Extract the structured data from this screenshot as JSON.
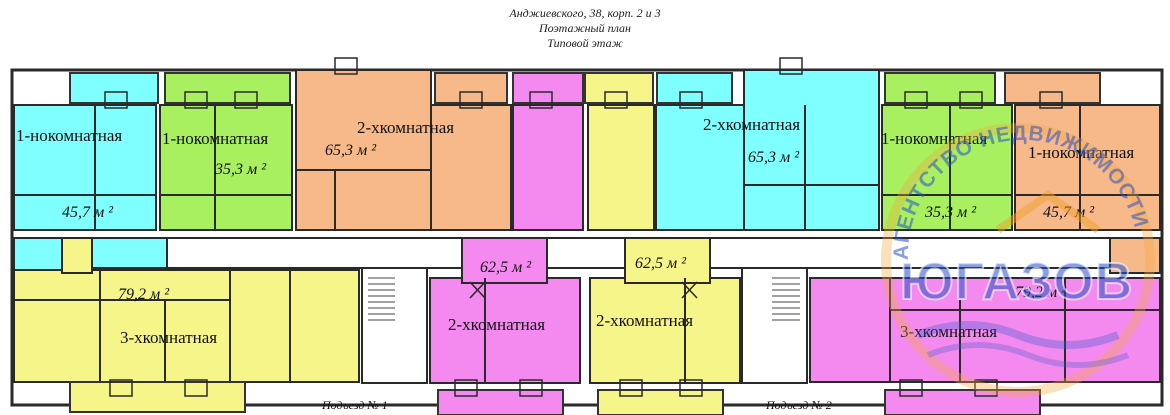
{
  "header": {
    "address": "Анджиевского, 38, корп. 2 и 3",
    "plan_type": "Поэтажный план",
    "floor": "Типовой этаж"
  },
  "colors": {
    "one_room_cyan": "#7fffff",
    "one_room_green": "#a8f060",
    "two_room_orange": "#f7b98a",
    "two_room_magenta": "#f48af0",
    "three_room_yellow": "#f5f58a",
    "corridor": "#ffffff",
    "walls": "#2a2a2a"
  },
  "apartments": [
    {
      "label": "1-нокомнатная",
      "area": "45,7 м ²"
    },
    {
      "label": "1-нокомнатная",
      "area": "35,3 м ²"
    },
    {
      "label": "2-хкомнатная",
      "area": "65,3 м ²"
    },
    {
      "label": "2-хкомнатная",
      "area": "65,3 м ²"
    },
    {
      "label": "1-нокомнатная",
      "area": "35,3 м ²"
    },
    {
      "label": "1-нокомнатная",
      "area": "45,7 м ²"
    },
    {
      "label": "3-хкомнатная",
      "area": "79,2 м ²"
    },
    {
      "label": "2-хкомнатная",
      "area": "62,5 м ²"
    },
    {
      "label": "2-хкомнатная",
      "area": "62,5 м ²"
    },
    {
      "label": "3-хкомнатная",
      "area": "79,2 м ²"
    }
  ],
  "entrances": [
    "Подъезд № 1",
    "Подъезд № 2"
  ],
  "watermark": {
    "arc_text": "АГЕНТСТВО НЕДВИЖИМОСТИ",
    "brand": "ЮГАЗОВ",
    "icon": "house-wave-logo-icon"
  }
}
